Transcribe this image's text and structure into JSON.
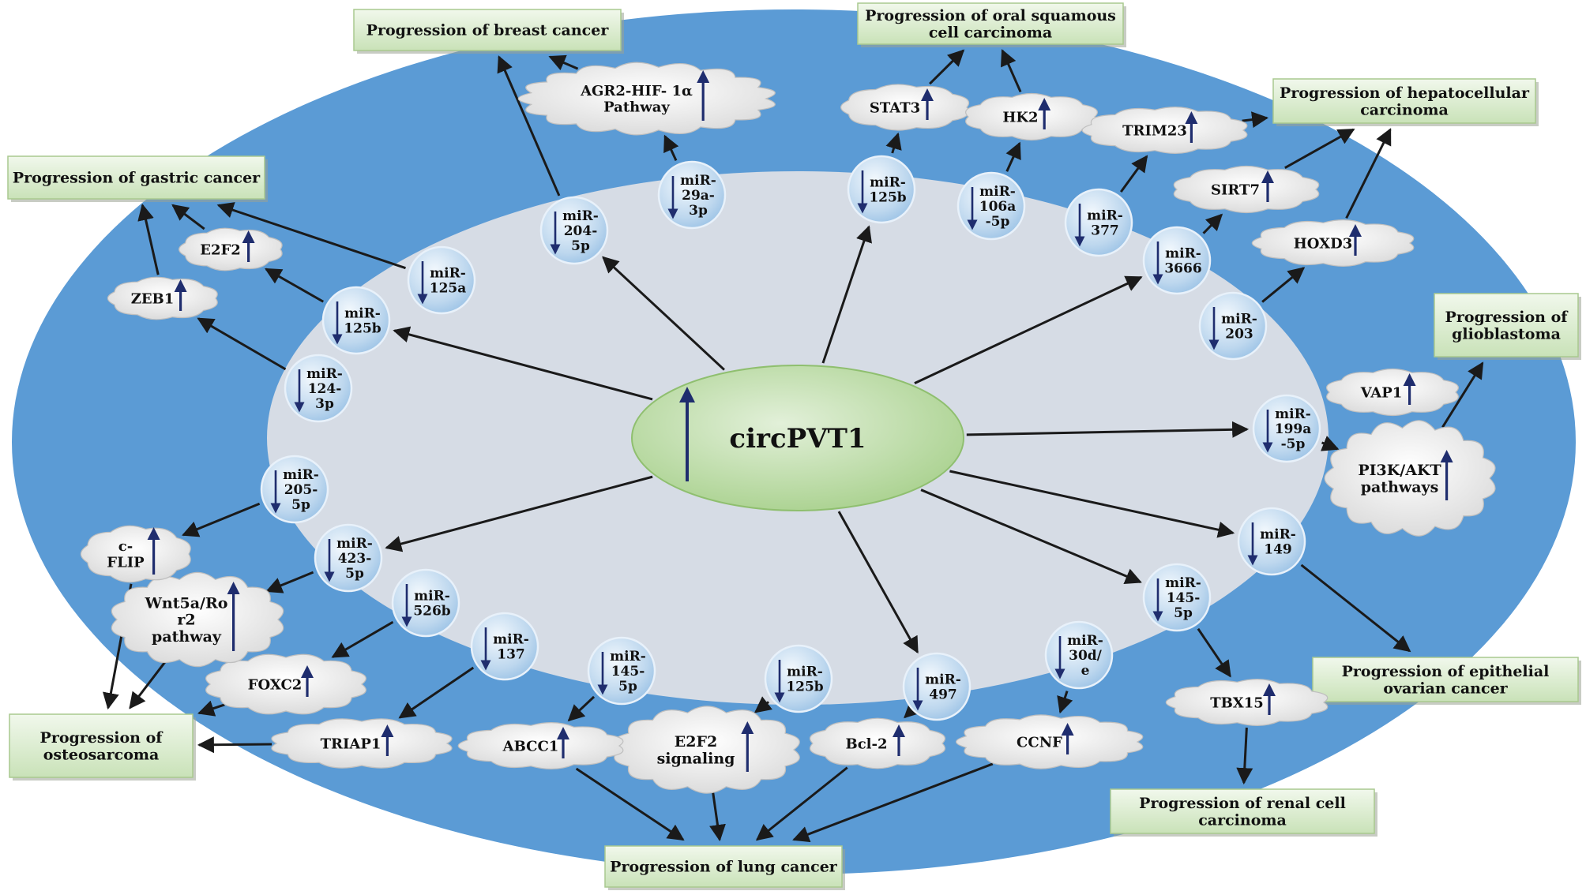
{
  "colors": {
    "outer_ellipse": "#5b9bd5",
    "inner_ellipse": "#d6dce5",
    "center_fill": "#c5e0b4",
    "bubble_fill": "#bdd7ee",
    "cloud_fill": "#f2f2f2",
    "box_fill": "#e2efd9",
    "arrow": "#1a1a1a",
    "arrow_up": "#1f2d6e"
  },
  "center": {
    "label": "circPVT1",
    "direction": "up"
  },
  "mirnas": [
    {
      "id": "m1",
      "lines": [
        "miR-",
        "204-",
        "5p"
      ],
      "direction": "down"
    },
    {
      "id": "m2",
      "lines": [
        "miR-",
        "29a-",
        "3p"
      ],
      "direction": "down"
    },
    {
      "id": "m3",
      "lines": [
        "miR-",
        "125b"
      ],
      "direction": "down"
    },
    {
      "id": "m4",
      "lines": [
        "miR-",
        "106a",
        "-5p"
      ],
      "direction": "down"
    },
    {
      "id": "m5",
      "lines": [
        "miR-",
        "377"
      ],
      "direction": "down"
    },
    {
      "id": "m6",
      "lines": [
        "miR-",
        "3666"
      ],
      "direction": "down"
    },
    {
      "id": "m7",
      "lines": [
        "miR-",
        "203"
      ],
      "direction": "down"
    },
    {
      "id": "m8",
      "lines": [
        "miR-",
        "199a",
        "-5p"
      ],
      "direction": "down"
    },
    {
      "id": "m9",
      "lines": [
        "miR-",
        "149"
      ],
      "direction": "down"
    },
    {
      "id": "m10",
      "lines": [
        "miR-",
        "145-",
        "5p"
      ],
      "direction": "down"
    },
    {
      "id": "m11",
      "lines": [
        "miR-",
        "30d/",
        "e"
      ],
      "direction": "down"
    },
    {
      "id": "m12",
      "lines": [
        "miR-",
        "497"
      ],
      "direction": "down"
    },
    {
      "id": "m13",
      "lines": [
        "miR-",
        "125b"
      ],
      "direction": "down"
    },
    {
      "id": "m14",
      "lines": [
        "miR-",
        "145-",
        "5p"
      ],
      "direction": "down"
    },
    {
      "id": "m15",
      "lines": [
        "miR-",
        "137"
      ],
      "direction": "down"
    },
    {
      "id": "m16",
      "lines": [
        "miR-",
        "526b"
      ],
      "direction": "down"
    },
    {
      "id": "m17",
      "lines": [
        "miR-",
        "423-",
        "5p"
      ],
      "direction": "down"
    },
    {
      "id": "m18",
      "lines": [
        "miR-",
        "205-",
        "5p"
      ],
      "direction": "down"
    },
    {
      "id": "m19",
      "lines": [
        "miR-",
        "124-",
        "3p"
      ],
      "direction": "down"
    },
    {
      "id": "m20",
      "lines": [
        "miR-",
        "125b"
      ],
      "direction": "down"
    },
    {
      "id": "m21",
      "lines": [
        "miR-",
        "125a"
      ],
      "direction": "down"
    }
  ],
  "targets": [
    {
      "id": "t1",
      "lines": [
        "AGR2-HIF-  1α",
        "Pathway"
      ],
      "direction": "up"
    },
    {
      "id": "t2",
      "lines": [
        "STAT3"
      ],
      "direction": "up"
    },
    {
      "id": "t3",
      "lines": [
        "HK2"
      ],
      "direction": "up"
    },
    {
      "id": "t4",
      "lines": [
        "TRIM23"
      ],
      "direction": "up"
    },
    {
      "id": "t5",
      "lines": [
        "SIRT7"
      ],
      "direction": "up"
    },
    {
      "id": "t6",
      "lines": [
        "HOXD3"
      ],
      "direction": "up"
    },
    {
      "id": "t7",
      "lines": [
        "VAP1"
      ],
      "direction": "up"
    },
    {
      "id": "t8",
      "lines": [
        "PI3K/AKT",
        "pathways"
      ],
      "direction": "up"
    },
    {
      "id": "t9",
      "lines": [
        "TBX15"
      ],
      "direction": "up"
    },
    {
      "id": "t10",
      "lines": [
        "CCNF"
      ],
      "direction": "up"
    },
    {
      "id": "t11",
      "lines": [
        "Bcl-2"
      ],
      "direction": "up"
    },
    {
      "id": "t12",
      "lines": [
        "E2F2",
        "signaling"
      ],
      "direction": "up"
    },
    {
      "id": "t13",
      "lines": [
        "ABCC1"
      ],
      "direction": "up"
    },
    {
      "id": "t14",
      "lines": [
        "TRIAP1"
      ],
      "direction": "up"
    },
    {
      "id": "t15",
      "lines": [
        "FOXC2"
      ],
      "direction": "up"
    },
    {
      "id": "t16",
      "lines": [
        "Wnt5a/Ro",
        "r2",
        "pathway"
      ],
      "direction": "up"
    },
    {
      "id": "t17",
      "lines": [
        "c-",
        "FLIP"
      ],
      "direction": "up"
    },
    {
      "id": "t18",
      "lines": [
        "ZEB1"
      ],
      "direction": "up"
    },
    {
      "id": "t19",
      "lines": [
        "E2F2"
      ],
      "direction": "up"
    }
  ],
  "outcomes": [
    {
      "id": "o1",
      "lines": [
        "Progression of breast cancer"
      ]
    },
    {
      "id": "o2",
      "lines": [
        "Progression of oral squamous",
        "cell carcinoma"
      ]
    },
    {
      "id": "o3",
      "lines": [
        "Progression of hepatocellular",
        "carcinoma"
      ]
    },
    {
      "id": "o4",
      "lines": [
        "Progression of gastric cancer"
      ]
    },
    {
      "id": "o5",
      "lines": [
        "Progression of",
        "glioblastoma"
      ]
    },
    {
      "id": "o6",
      "lines": [
        "Progression of epithelial",
        "ovarian cancer"
      ]
    },
    {
      "id": "o7",
      "lines": [
        "Progression of renal cell",
        "carcinoma"
      ]
    },
    {
      "id": "o8",
      "lines": [
        "Progression of lung cancer"
      ]
    },
    {
      "id": "o9",
      "lines": [
        "Progression of",
        "osteosarcoma"
      ]
    }
  ],
  "edges": [
    [
      "center",
      "m1"
    ],
    [
      "center",
      "m3"
    ],
    [
      "center",
      "m6"
    ],
    [
      "center",
      "m8"
    ],
    [
      "center",
      "m9"
    ],
    [
      "center",
      "m10"
    ],
    [
      "center",
      "m12"
    ],
    [
      "center",
      "m17"
    ],
    [
      "center",
      "m20"
    ],
    [
      "m1",
      "o1"
    ],
    [
      "m2",
      "t1"
    ],
    [
      "t1",
      "o1"
    ],
    [
      "m3",
      "t2"
    ],
    [
      "t2",
      "o2"
    ],
    [
      "m4",
      "t3"
    ],
    [
      "t3",
      "o2"
    ],
    [
      "m5",
      "t4"
    ],
    [
      "t4",
      "o3"
    ],
    [
      "m6",
      "t5"
    ],
    [
      "t5",
      "o3"
    ],
    [
      "m7",
      "t6"
    ],
    [
      "t6",
      "o3"
    ],
    [
      "m8",
      "t8"
    ],
    [
      "t8",
      "o5"
    ],
    [
      "m9",
      "o6"
    ],
    [
      "m10",
      "t9"
    ],
    [
      "t9",
      "o7"
    ],
    [
      "m11",
      "t10"
    ],
    [
      "t10",
      "o8"
    ],
    [
      "m12",
      "t11"
    ],
    [
      "t11",
      "o8"
    ],
    [
      "m13",
      "t12"
    ],
    [
      "t12",
      "o8"
    ],
    [
      "m14",
      "t13"
    ],
    [
      "t13",
      "o8"
    ],
    [
      "m15",
      "t14"
    ],
    [
      "t14",
      "o9"
    ],
    [
      "m16",
      "t15"
    ],
    [
      "t15",
      "o9"
    ],
    [
      "m17",
      "t16"
    ],
    [
      "t16",
      "o9"
    ],
    [
      "m18",
      "t17"
    ],
    [
      "t17",
      "o9"
    ],
    [
      "m19",
      "t18"
    ],
    [
      "t18",
      "o4"
    ],
    [
      "m20",
      "t19"
    ],
    [
      "t19",
      "o4"
    ],
    [
      "m21",
      "o4"
    ]
  ]
}
